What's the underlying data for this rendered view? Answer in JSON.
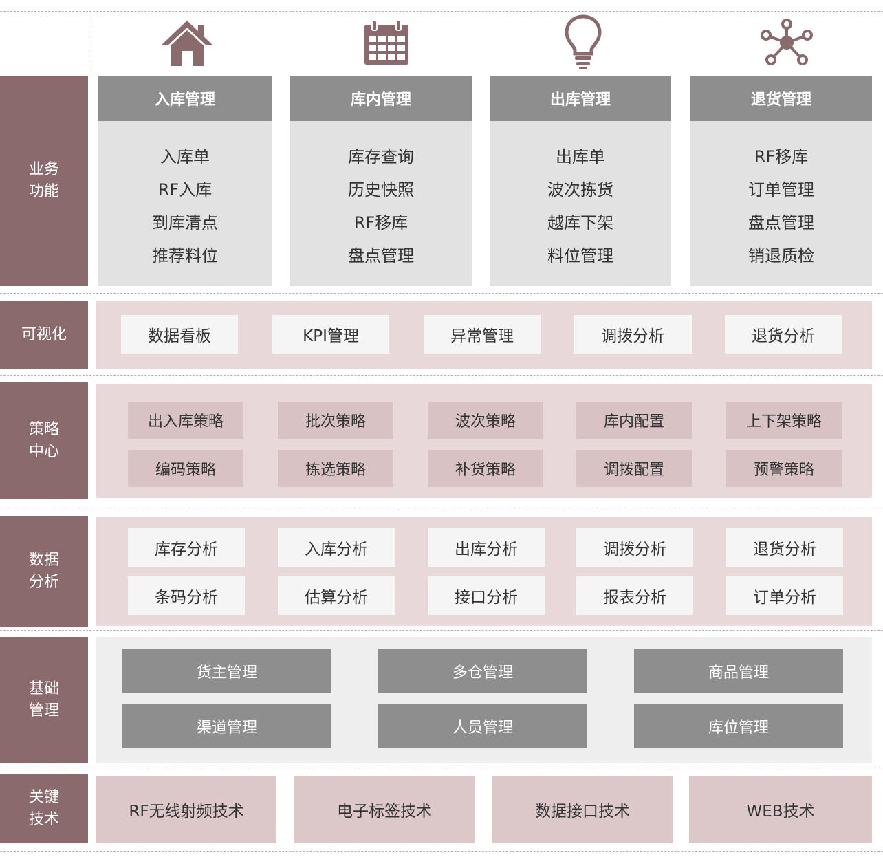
{
  "colors": {
    "label_bg": "#8a6a6c",
    "header_gray": "#8e8e8e",
    "panel_pink": "#e8d8da",
    "chip_pink": "#d9c2c4",
    "icon": "#8a6a6c"
  },
  "icons": [
    "home-icon",
    "calendar-icon",
    "lightbulb-icon",
    "network-icon"
  ],
  "rows": {
    "business": "业务\n功能",
    "visual": "可视化",
    "strategy": "策略\n中心",
    "analysis": "数据\n分析",
    "basic": "基础\n管理",
    "tech": "关键\n技术"
  },
  "business_columns": [
    {
      "title": "入库管理",
      "items": [
        "入库单",
        "RF入库",
        "到库清点",
        "推荐料位"
      ]
    },
    {
      "title": "库内管理",
      "items": [
        "库存查询",
        "历史快照",
        "RF移库",
        "盘点管理"
      ]
    },
    {
      "title": "出库管理",
      "items": [
        "出库单",
        "波次拣货",
        "越库下架",
        "料位管理"
      ]
    },
    {
      "title": "退货管理",
      "items": [
        "RF移库",
        "订单管理",
        "盘点管理",
        "销退质检"
      ]
    }
  ],
  "visual_items": [
    "数据看板",
    "KPI管理",
    "异常管理",
    "调拨分析",
    "退货分析"
  ],
  "strategy_items": [
    [
      "出入库策略",
      "批次策略",
      "波次策略",
      "库内配置",
      "上下架策略"
    ],
    [
      "编码策略",
      "拣选策略",
      "补货策略",
      "调拨配置",
      "预警策略"
    ]
  ],
  "analysis_items": [
    [
      "库存分析",
      "入库分析",
      "出库分析",
      "调拨分析",
      "退货分析"
    ],
    [
      "条码分析",
      "估算分析",
      "接口分析",
      "报表分析",
      "订单分析"
    ]
  ],
  "basic_items": [
    [
      "货主管理",
      "多仓管理",
      "商品管理"
    ],
    [
      "渠道管理",
      "人员管理",
      "库位管理"
    ]
  ],
  "tech_items": [
    "RF无线射频技术",
    "电子标签技术",
    "数据接口技术",
    "WEB技术"
  ]
}
